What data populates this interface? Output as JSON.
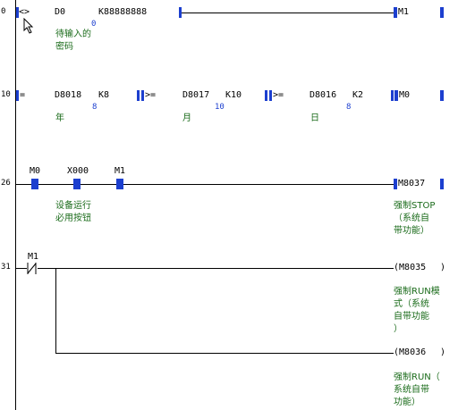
{
  "rungs": [
    {
      "step": "0",
      "compare_op": "<>",
      "operand1": "D0",
      "operand2": "K88888888",
      "current_value": "0",
      "comment": "待输入的\n密码",
      "coil": "M1"
    },
    {
      "step": "10",
      "compares": [
        {
          "op": "=",
          "operand1": "D8018",
          "operand2": "K8",
          "current_value": "8",
          "comment": "年"
        },
        {
          "op": ">=",
          "operand1": "D8017",
          "operand2": "K10",
          "current_value": "10",
          "comment": "月"
        },
        {
          "op": ">=",
          "operand1": "D8016",
          "operand2": "K2",
          "current_value": "8",
          "comment": "日"
        }
      ],
      "coil": "M0"
    },
    {
      "step": "26",
      "contacts": [
        "M0",
        "X000",
        "M1"
      ],
      "comment": "设备运行\n必用按钮",
      "coil": "M8037",
      "coil_comment": "强制STOP\n（系统自\n带功能）"
    },
    {
      "step": "31",
      "contact": "M1",
      "outputs": [
        {
          "coil": "M8035",
          "comment": "强制RUN模\n式（系统\n自带功能\n）"
        },
        {
          "coil": "M8036",
          "comment": "强制RUN（\n系统自带\n功能）"
        }
      ]
    }
  ]
}
